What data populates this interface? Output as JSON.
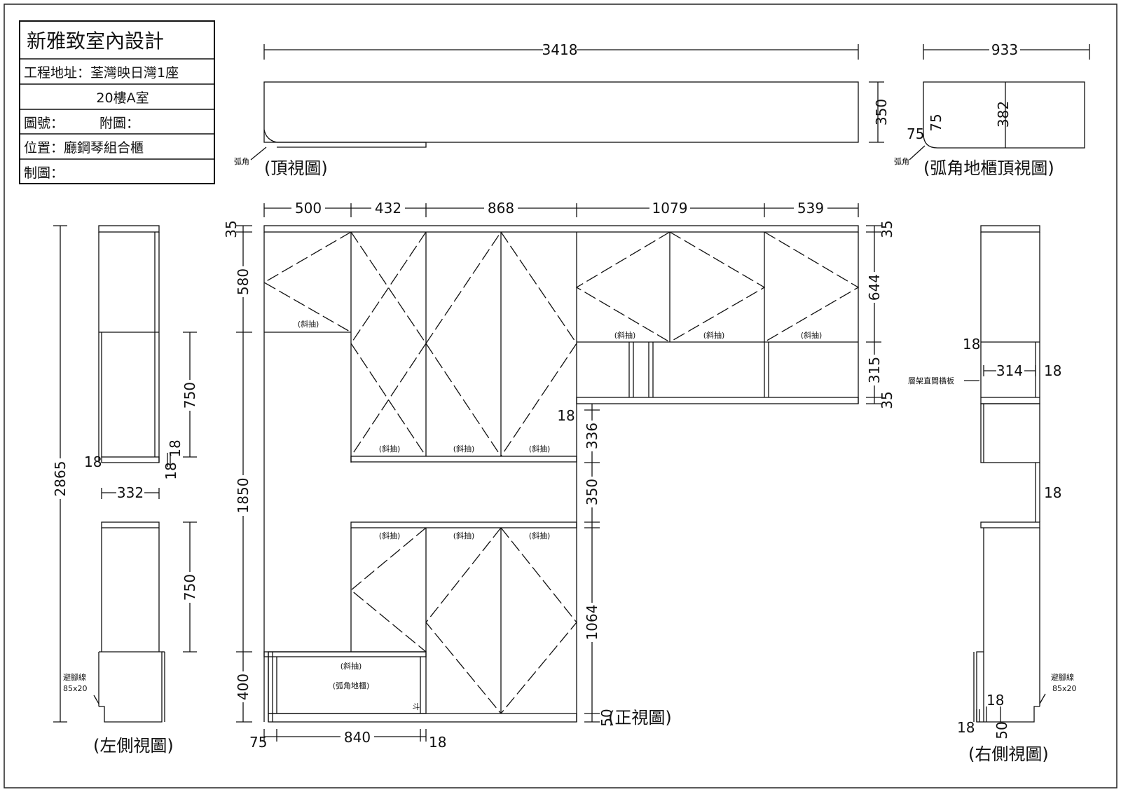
{
  "title_block": {
    "company": "新雅致室內設計",
    "address_label": "工程地址：荃灣映日灣1座",
    "address_line2": "20樓A室",
    "drawing_no_label": "圖號：",
    "attached_label": "附圖：",
    "location_label": "位置：廳鋼琴組合櫃",
    "drawn_by_label": "制圖："
  },
  "views": {
    "top": {
      "caption": "(頂視圖)",
      "width_dim": "3418",
      "depth_dim": "350",
      "corner_note": "弧角"
    },
    "corner_top": {
      "caption": "(弧角地櫃頂視圖)",
      "width_dim": "933",
      "depth_dim": "382",
      "radius_h": "75",
      "radius_v": "75",
      "corner_note": "弧角"
    },
    "left_side": {
      "caption": "(左側視圖)",
      "total_height": "2865",
      "upper_height": "750",
      "lower_height": "750",
      "depth": "332",
      "panel_a": "18",
      "panel_b": "18",
      "panel_c": "18",
      "toe_note_1": "避腳線",
      "toe_note_2": "85x20"
    },
    "front": {
      "caption": "(正視圖)",
      "widths": [
        "500",
        "432",
        "868",
        "1079",
        "539"
      ],
      "left_heights": [
        "35",
        "580",
        "1850",
        "400"
      ],
      "right_heights": [
        "35",
        "644",
        "315",
        "35"
      ],
      "mid_heights": [
        "18",
        "336",
        "350",
        "1064",
        "50"
      ],
      "bottom_dims": [
        "75",
        "840",
        "18"
      ],
      "drawer_label": "(斜抽)",
      "corner_cabinet_label": "(弧角地櫃)",
      "handle_mark": "斗"
    },
    "right_side": {
      "caption": "(右側視圖)",
      "shelf_label": "層架直間橫板",
      "shelf_depth": "314",
      "dims": [
        "18",
        "18",
        "18",
        "18",
        "18",
        "50"
      ],
      "toe_note_1": "避腳線",
      "toe_note_2": "85x20"
    }
  }
}
